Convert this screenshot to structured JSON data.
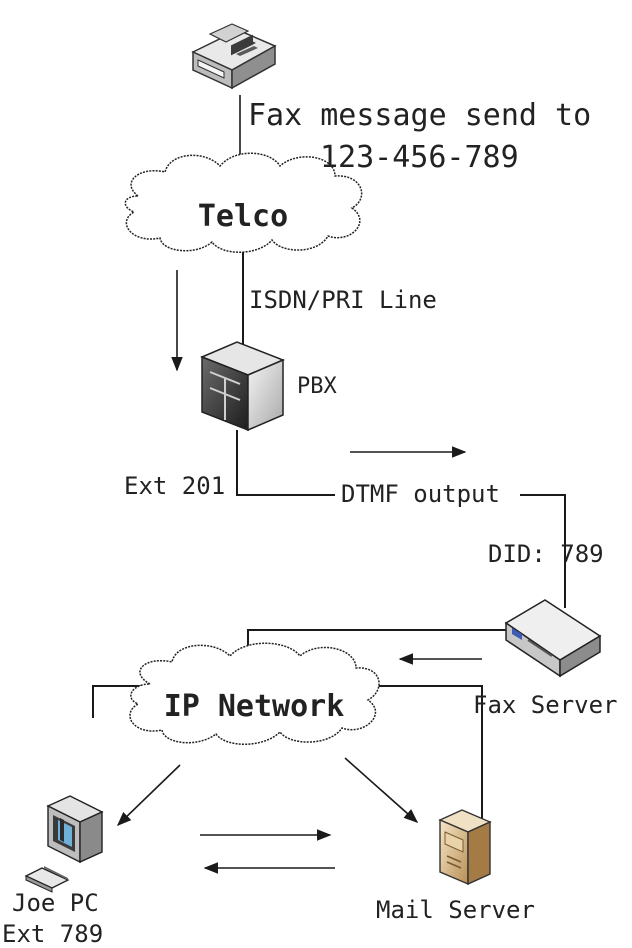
{
  "fax_message_line1": "Fax message send to",
  "fax_message_line2": "123-456-789",
  "telco_label": "Telco",
  "isdn_label": "ISDN/PRI Line",
  "pbx_label": "PBX",
  "ext_201_label": "Ext 201",
  "dtmf_label": "DTMF output",
  "did_label": "DID: 789",
  "fax_server_label": "Fax Server",
  "ip_network_label": "IP Network",
  "joe_pc_label": "Joe PC",
  "joe_ext_label": "Ext 789",
  "mail_server_label": "Mail Server",
  "icons": {
    "fax_machine": "fax-machine-icon",
    "pbx": "pbx-server-icon",
    "fax_server": "fax-server-icon",
    "pc": "desktop-pc-icon",
    "mail_server": "mail-server-icon"
  }
}
